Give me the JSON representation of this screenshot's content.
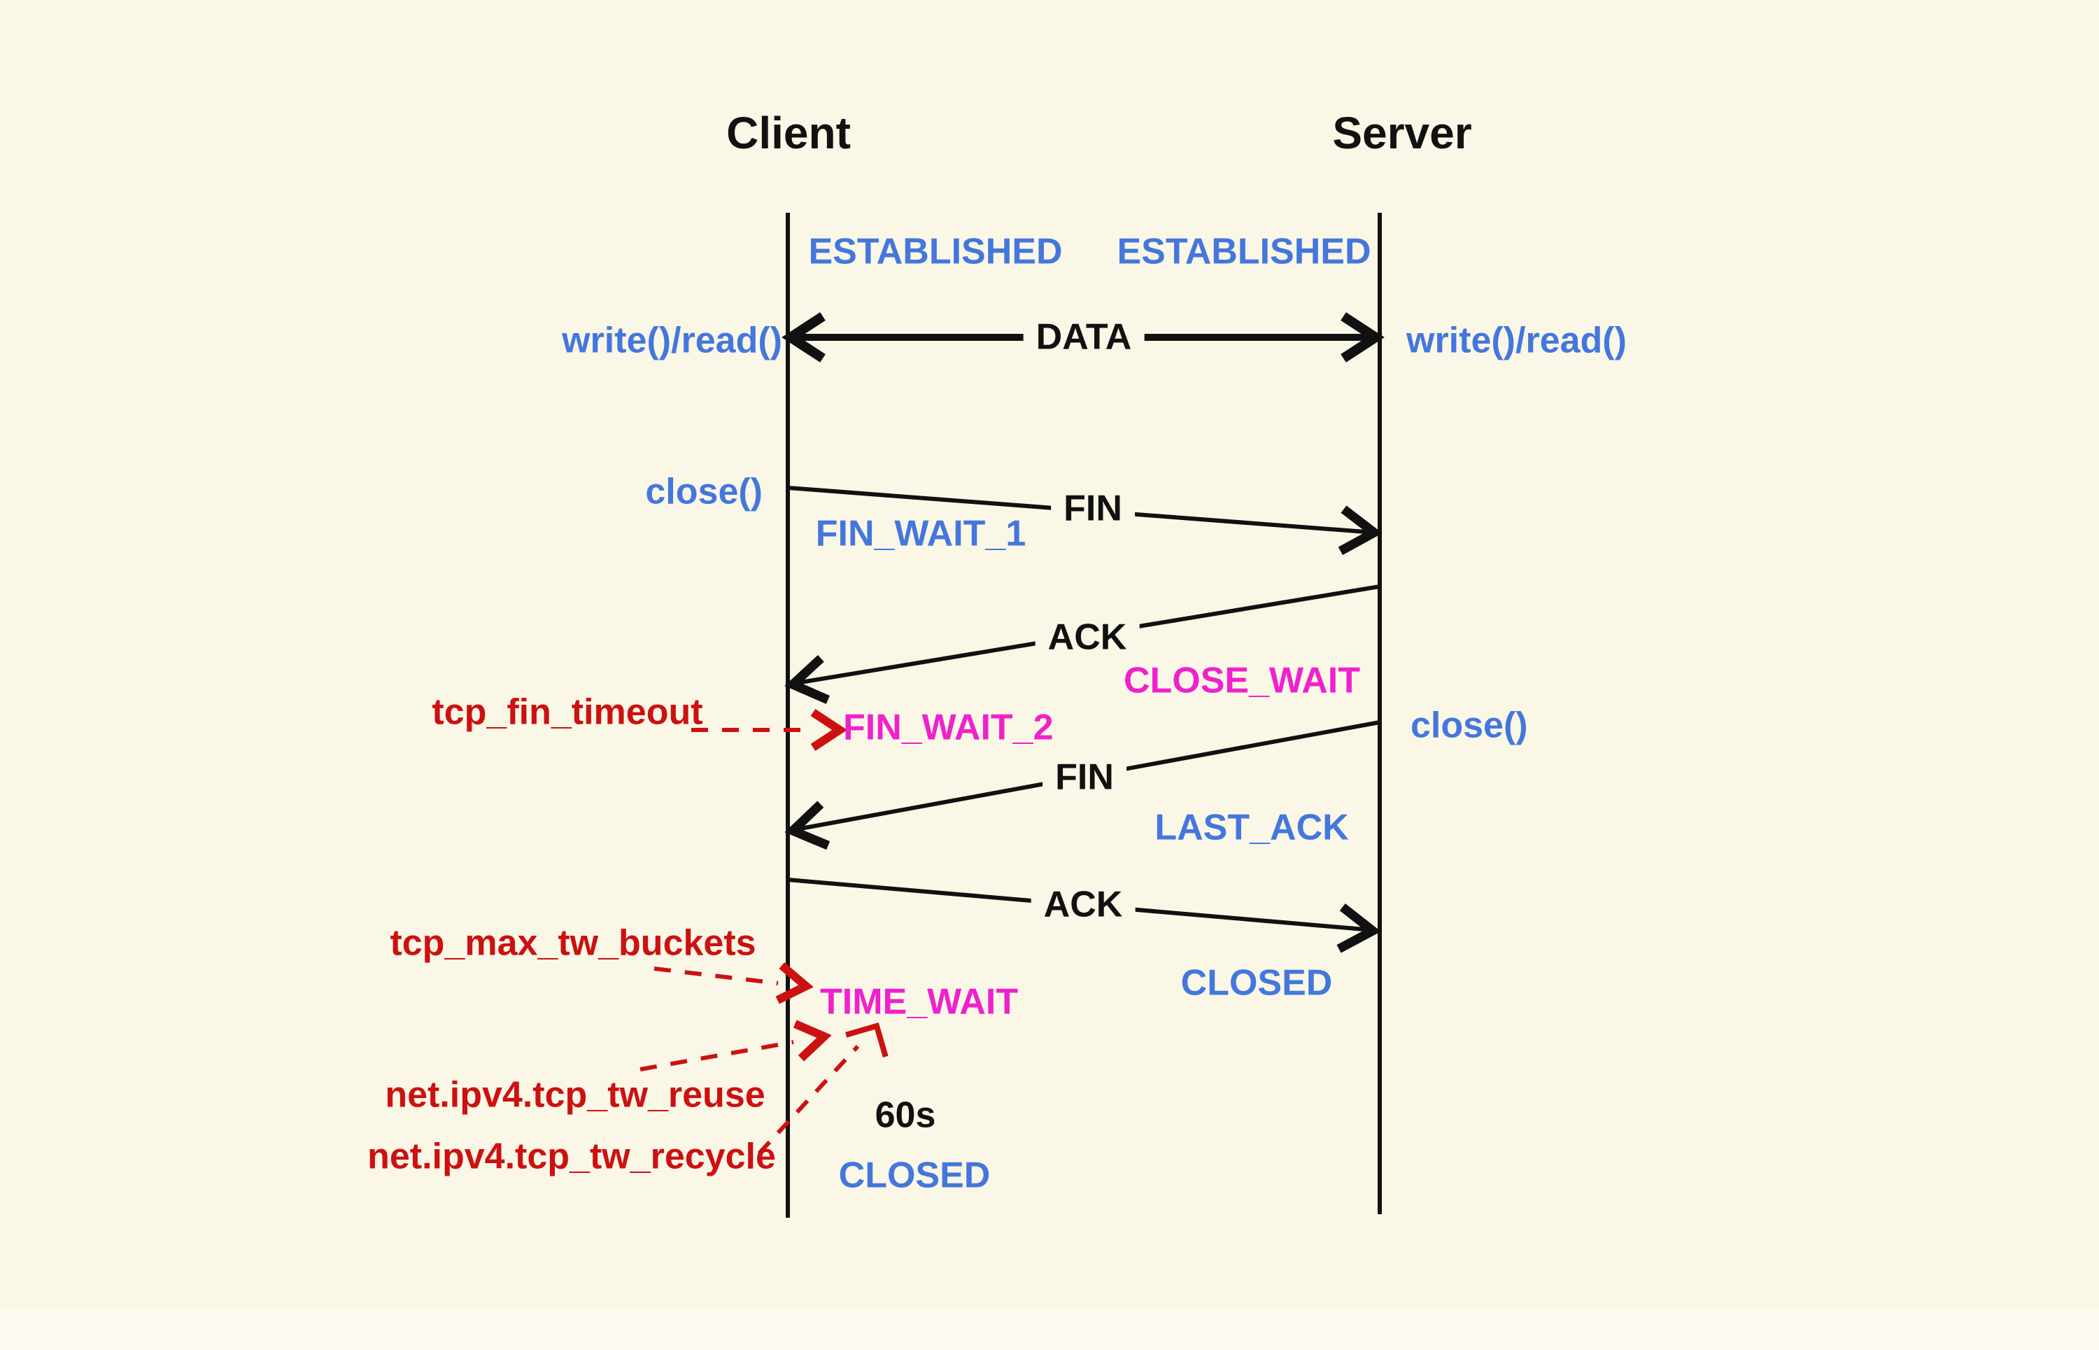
{
  "theme": {
    "bg": "#faf7e7",
    "bgsoft": "#fcfaf1",
    "ink": "#111111",
    "blue": "#4477dd",
    "red": "#cc1111",
    "magenta": "#ee22cc"
  },
  "actors": {
    "client": "Client",
    "server": "Server"
  },
  "client_states": {
    "established": "ESTABLISHED",
    "fin_wait_1": "FIN_WAIT_1",
    "fin_wait_2": "FIN_WAIT_2",
    "time_wait": "TIME_WAIT",
    "closed": "CLOSED"
  },
  "server_states": {
    "established": "ESTABLISHED",
    "close_wait": "CLOSE_WAIT",
    "last_ack": "LAST_ACK",
    "closed": "CLOSED"
  },
  "api_calls": {
    "client_write_read": "write()/read()",
    "server_write_read": "write()/read()",
    "client_close": "close()",
    "server_close": "close()"
  },
  "messages": {
    "data": "DATA",
    "fin_1": "FIN",
    "ack_1": "ACK",
    "fin_2": "FIN",
    "ack_2": "ACK"
  },
  "tunables": {
    "tcp_fin_timeout": "tcp_fin_timeout",
    "tcp_max_tw_buckets": "tcp_max_tw_buckets",
    "tcp_tw_reuse": "net.ipv4.tcp_tw_reuse",
    "tcp_tw_recycle": "net.ipv4.tcp_tw_recycle"
  },
  "annotations": {
    "time_wait_duration": "60s"
  }
}
